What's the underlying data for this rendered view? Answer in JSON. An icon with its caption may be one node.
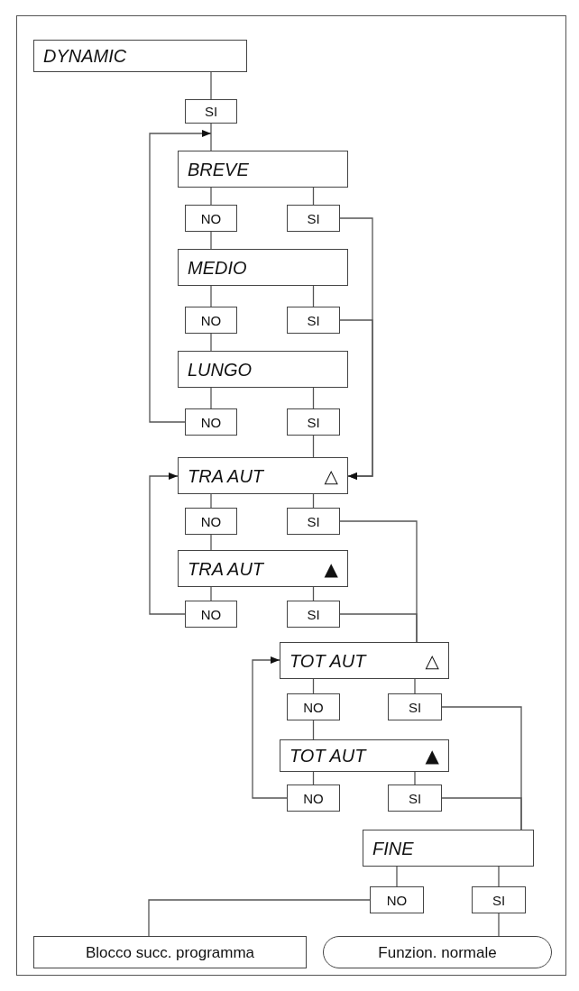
{
  "diagram": {
    "nodes": [
      {
        "text": [
          "DYNAMIC"
        ]
      },
      {
        "text": [
          "SI"
        ]
      },
      {
        "text": [
          "BREVE"
        ]
      },
      {
        "text": [
          "NO"
        ]
      },
      {
        "text": [
          "SI"
        ]
      },
      {
        "text": [
          "MEDIO"
        ]
      },
      {
        "text": [
          "NO"
        ]
      },
      {
        "text": [
          "SI"
        ]
      },
      {
        "text": [
          "LUNGO"
        ]
      },
      {
        "text": [
          "NO"
        ]
      },
      {
        "text": [
          "SI"
        ]
      },
      {
        "text": [
          "TRA AUT",
          "△"
        ]
      },
      {
        "text": [
          "NO"
        ]
      },
      {
        "text": [
          "SI"
        ]
      },
      {
        "text": [
          "TRA AUT",
          "▲"
        ]
      },
      {
        "text": [
          "NO"
        ]
      },
      {
        "text": [
          "SI"
        ]
      },
      {
        "text": [
          "TOT AUT",
          "△"
        ]
      },
      {
        "text": [
          "NO"
        ]
      },
      {
        "text": [
          "SI"
        ]
      },
      {
        "text": [
          "TOT AUT",
          "▲"
        ]
      },
      {
        "text": [
          "NO"
        ]
      },
      {
        "text": [
          "SI"
        ]
      },
      {
        "text": [
          "FINE"
        ]
      },
      {
        "text": [
          "NO"
        ]
      },
      {
        "text": [
          "SI"
        ]
      },
      {
        "text": [
          "Blocco succ. programma"
        ]
      },
      {
        "text": [
          "Funzion. normale"
        ]
      }
    ],
    "edges": [
      {
        "from": 0,
        "to": 1,
        "arrow": "none"
      },
      {
        "from": 1,
        "to": 2,
        "arrow": "none"
      },
      {
        "from": 2,
        "to": 3,
        "arrow": "none"
      },
      {
        "from": 2,
        "to": 4,
        "arrow": "none"
      },
      {
        "from": 3,
        "to": 5,
        "arrow": "none"
      },
      {
        "from": 5,
        "to": 6,
        "arrow": "none"
      },
      {
        "from": 5,
        "to": 7,
        "arrow": "none"
      },
      {
        "from": 6,
        "to": 8,
        "arrow": "none"
      },
      {
        "from": 8,
        "to": 9,
        "arrow": "none"
      },
      {
        "from": 8,
        "to": 10,
        "arrow": "none"
      },
      {
        "from": 9,
        "to": 2,
        "arrow": "to"
      },
      {
        "from": 4,
        "to": 11,
        "arrow": "to"
      },
      {
        "from": 7,
        "to": 11,
        "arrow": "to"
      },
      {
        "from": 10,
        "to": 11,
        "arrow": "none"
      },
      {
        "from": 11,
        "to": 12,
        "arrow": "none"
      },
      {
        "from": 11,
        "to": 13,
        "arrow": "none"
      },
      {
        "from": 12,
        "to": 14,
        "arrow": "none"
      },
      {
        "from": 14,
        "to": 15,
        "arrow": "none"
      },
      {
        "from": 14,
        "to": 16,
        "arrow": "none"
      },
      {
        "from": 15,
        "to": 11,
        "arrow": "to"
      },
      {
        "from": 13,
        "to": 17,
        "arrow": "none"
      },
      {
        "from": 16,
        "to": 17,
        "arrow": "none"
      },
      {
        "from": 17,
        "to": 18,
        "arrow": "none"
      },
      {
        "from": 17,
        "to": 19,
        "arrow": "none"
      },
      {
        "from": 18,
        "to": 20,
        "arrow": "none"
      },
      {
        "from": 20,
        "to": 21,
        "arrow": "none"
      },
      {
        "from": 20,
        "to": 22,
        "arrow": "none"
      },
      {
        "from": 21,
        "to": 17,
        "arrow": "to"
      },
      {
        "from": 19,
        "to": 23,
        "arrow": "none"
      },
      {
        "from": 22,
        "to": 23,
        "arrow": "none"
      },
      {
        "from": 23,
        "to": 24,
        "arrow": "none"
      },
      {
        "from": 23,
        "to": 25,
        "arrow": "none"
      },
      {
        "from": 24,
        "to": 26,
        "arrow": "none"
      },
      {
        "from": 25,
        "to": 27,
        "arrow": "none"
      }
    ]
  }
}
